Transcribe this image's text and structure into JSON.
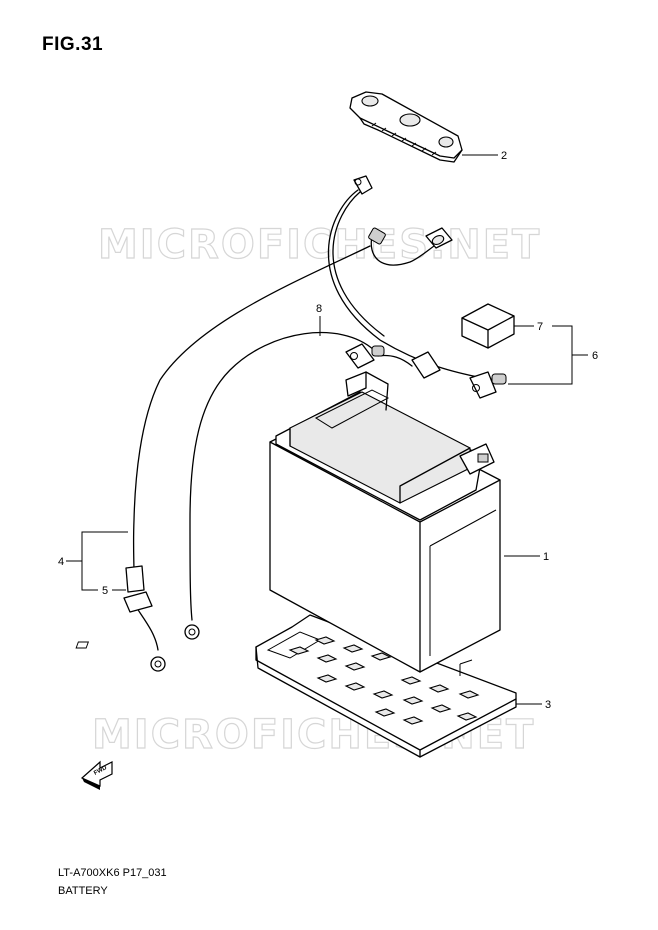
{
  "figure": {
    "title": "FIG.31"
  },
  "footer": {
    "model_code": "LT-A700XK6 P17_031",
    "section_name": "BATTERY"
  },
  "watermark": {
    "text": "MICROFICHES.NET"
  },
  "fwd_arrow": {
    "label": "FWD"
  },
  "callouts": [
    "1",
    "2",
    "3",
    "4",
    "5",
    "6",
    "7",
    "8"
  ]
}
